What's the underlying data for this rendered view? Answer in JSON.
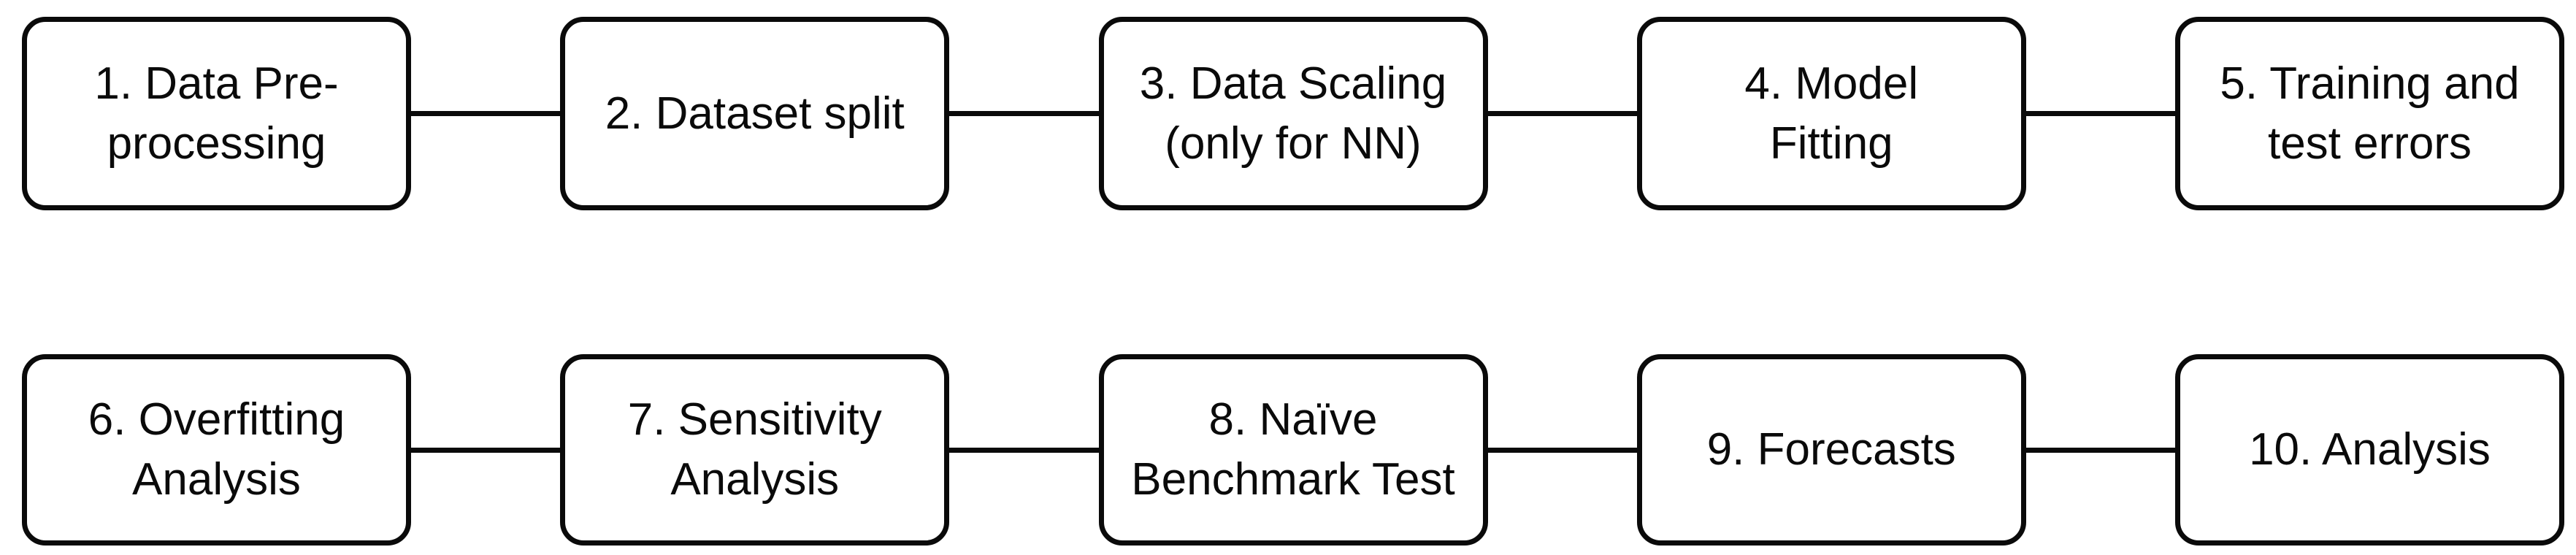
{
  "diagram": {
    "type": "flowchart",
    "colors": {
      "background": "#ffffff",
      "box_fill": "#ffffff",
      "box_border": "#0a0a0a",
      "connector": "#0a0a0a",
      "text": "#0a0a0a"
    },
    "rows": [
      {
        "boxes": [
          {
            "step": 1,
            "label": "1. Data Pre-\nprocessing"
          },
          {
            "step": 2,
            "label": "2. Dataset split"
          },
          {
            "step": 3,
            "label": "3. Data Scaling\n(only for NN)"
          },
          {
            "step": 4,
            "label": "4. Model\nFitting"
          },
          {
            "step": 5,
            "label": "5. Training and\ntest errors"
          }
        ]
      },
      {
        "boxes": [
          {
            "step": 6,
            "label": "6. Overfitting\nAnalysis"
          },
          {
            "step": 7,
            "label": "7. Sensitivity\nAnalysis"
          },
          {
            "step": 8,
            "label": "8. Naïve\nBenchmark Test"
          },
          {
            "step": 9,
            "label": "9. Forecasts"
          },
          {
            "step": 10,
            "label": "10. Analysis"
          }
        ]
      }
    ]
  }
}
